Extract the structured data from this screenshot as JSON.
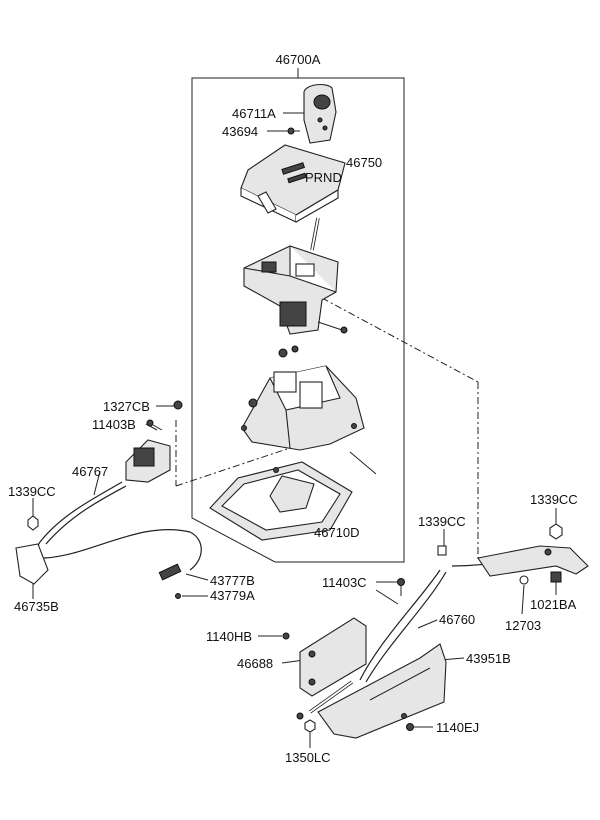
{
  "diagram": {
    "part_labels": {
      "p46700A": "46700A",
      "p46711A": "46711A",
      "p43694": "43694",
      "p46750": "46750",
      "p1327CB": "1327CB",
      "p11403B": "11403B",
      "p46767": "46767",
      "p1339CC_left": "1339CC",
      "p46735B": "46735B",
      "p43777B": "43777B",
      "p43779A": "43779A",
      "p46710D": "46710D",
      "p11403C": "11403C",
      "p1339CC_mid": "1339CC",
      "p1339CC_right": "1339CC",
      "p1021BA": "1021BA",
      "p12703": "12703",
      "p46760": "46760",
      "p1140HB": "1140HB",
      "p46688": "46688",
      "p43951B": "43951B",
      "p1140EJ": "1140EJ",
      "p1350LC": "1350LC"
    },
    "icons": [
      "shift-knob-icon",
      "indicator-cover-icon",
      "shifter-mechanism-icon",
      "shifter-base-icon",
      "gasket-plate-icon",
      "cable-icon",
      "bracket-icon",
      "bolt-icon",
      "nut-icon"
    ]
  }
}
